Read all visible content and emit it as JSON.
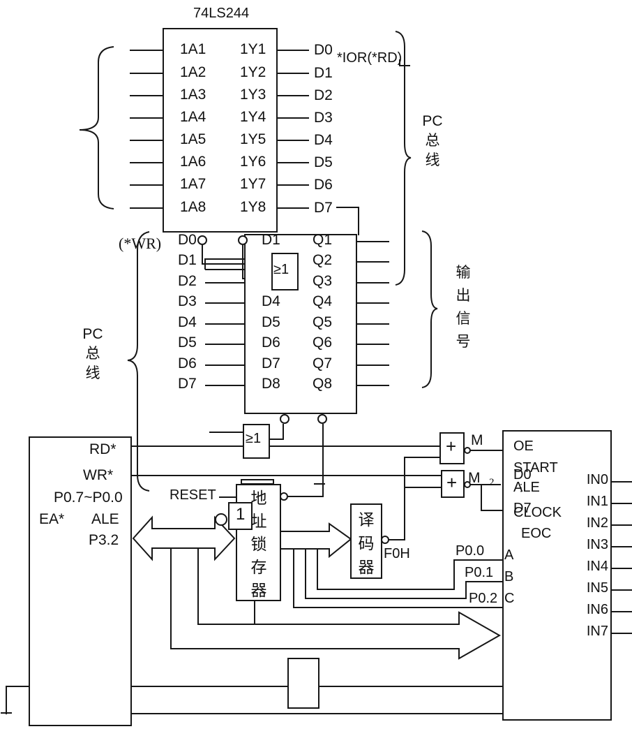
{
  "colors": {
    "ink": "#161616",
    "background": "#ffffff"
  },
  "title": "74LS244",
  "buffer": {
    "a": [
      "1A1",
      "1A2",
      "1A3",
      "1A4",
      "1A5",
      "1A6",
      "1A7",
      "1A8"
    ],
    "y": [
      "1Y1",
      "1Y2",
      "1Y3",
      "1Y4",
      "1Y5",
      "1Y6",
      "1Y7",
      "1Y8"
    ]
  },
  "bus": {
    "d": [
      "D0",
      "D1",
      "D2",
      "D3",
      "D4",
      "D5",
      "D6",
      "D7"
    ],
    "ior": "*IOR(*RD)",
    "wr_note": "(*WR)"
  },
  "braces": {
    "pc_left": [
      "PC",
      "总",
      "线"
    ],
    "pc_right": [
      "PC",
      "总",
      "线"
    ],
    "out_sig": [
      "输",
      "出",
      "信",
      "号"
    ]
  },
  "latch8": {
    "d_in": [
      "D1",
      "D2",
      "D3",
      "D4",
      "D5",
      "D6",
      "D7",
      "D8"
    ],
    "q": [
      "Q1",
      "Q2",
      "Q3",
      "Q4",
      "Q5",
      "Q6",
      "Q7",
      "Q8"
    ]
  },
  "gates": {
    "or1": "≥1",
    "or2": "≥1",
    "inv": "1",
    "plus1": "+",
    "plus2": "+",
    "m1": "M",
    "m2": "M",
    "two": "2"
  },
  "mcu": {
    "rd": "RD*",
    "wr": "WR*",
    "p0": "P0.7~P0.0",
    "ea": "EA*",
    "ale": "ALE",
    "p32": "P3.2"
  },
  "middle": {
    "reset": "RESET",
    "addr_latch": [
      "地",
      "址",
      "锁",
      "存",
      "器"
    ],
    "decoder": [
      "译",
      "码",
      "器"
    ],
    "f0h": "F0H",
    "p00": "P0.0",
    "p01": "P0.1",
    "p02": "P0.2"
  },
  "adc": {
    "oe": "OE",
    "start": "START",
    "d0": "D0",
    "dots": "⋮",
    "ale": "ALE",
    "d7": "D7",
    "clock": "CLOCK",
    "eoc": "EOC",
    "a": "A",
    "b": "B",
    "c": "C",
    "in_pins": [
      "IN0",
      "IN1",
      "IN2",
      "IN3",
      "IN4",
      "IN5",
      "IN6",
      "IN7"
    ]
  }
}
